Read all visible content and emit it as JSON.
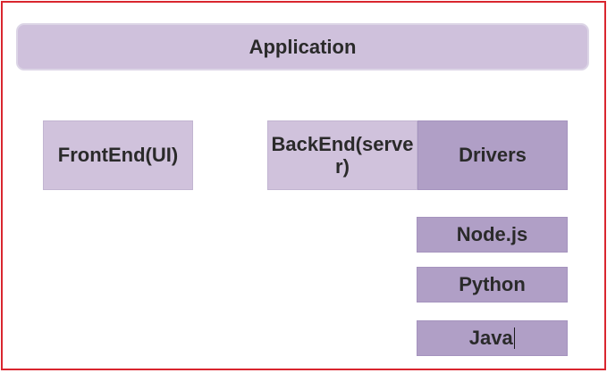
{
  "diagram": {
    "application": "Application",
    "frontend": "FrontEnd(UI)",
    "backend": "BackEnd(server)",
    "drivers": "Drivers",
    "languages": [
      "Node.js",
      "Python",
      "Java"
    ]
  },
  "colors": {
    "border": "#d9262f",
    "light_box": "#d0c2dc",
    "dark_box": "#b09fc6",
    "text": "#2a2a2a"
  }
}
